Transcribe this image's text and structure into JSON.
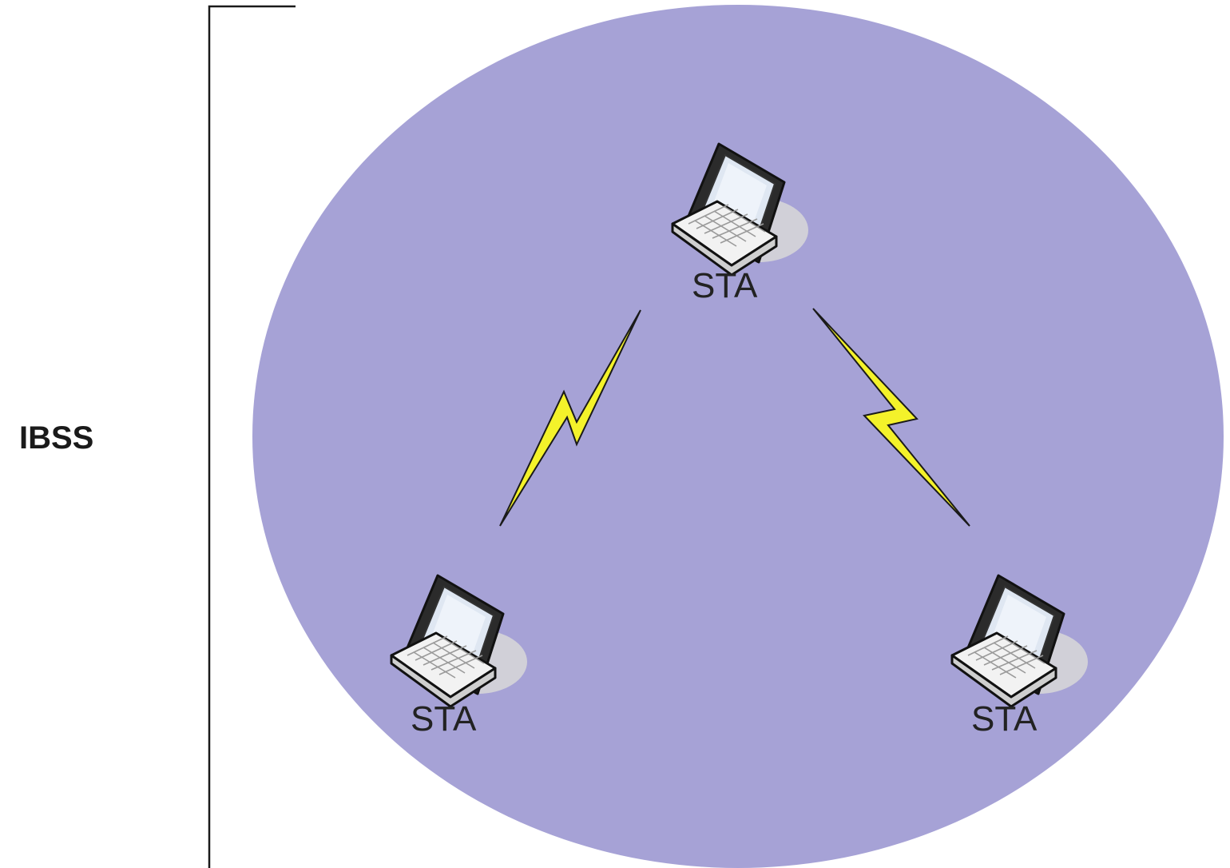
{
  "diagram": {
    "group_label": "IBSS",
    "stations": [
      {
        "label": "STA"
      },
      {
        "label": "STA"
      },
      {
        "label": "STA"
      }
    ],
    "links": [
      {
        "from": 0,
        "to": 1
      },
      {
        "from": 0,
        "to": 2
      }
    ],
    "colors": {
      "ellipse_fill": "#a6a2d6",
      "lightning_fill": "#f4f22a",
      "lightning_stroke": "#1a1a1a",
      "bracket_stroke": "#1a1a1a"
    }
  }
}
